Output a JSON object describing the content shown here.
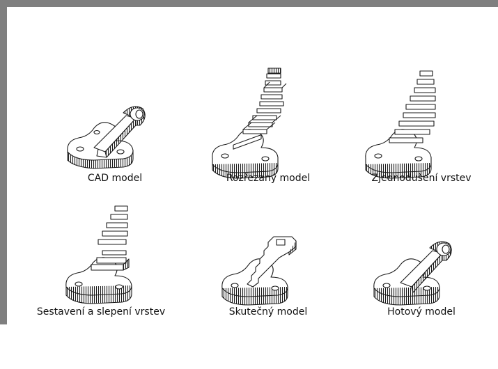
{
  "panels": [
    {
      "caption": "CAD model"
    },
    {
      "caption": "Rozřezaný model"
    },
    {
      "caption": "Zjednodušení vrstev"
    },
    {
      "caption": "Sestavení a slepení vrstev"
    },
    {
      "caption": "Skutečný model"
    },
    {
      "caption": "Hotový model"
    }
  ],
  "icons": [
    "cad-part-drawing",
    "sliced-part-drawing",
    "simplified-layers-drawing",
    "assembled-layers-drawing",
    "real-model-drawing",
    "finished-model-drawing"
  ]
}
